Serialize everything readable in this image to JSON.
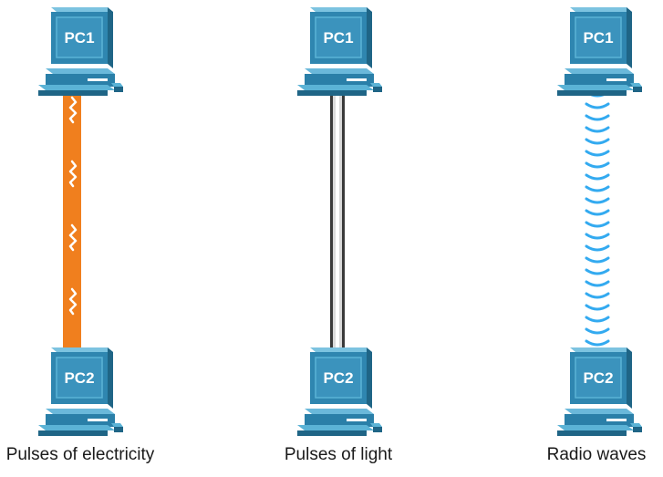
{
  "media": [
    {
      "type": "copper",
      "caption": "Pulses of electricity",
      "pc_top": "PC1",
      "pc_bottom": "PC2",
      "color": "#f07f1e"
    },
    {
      "type": "fiber",
      "caption": "Pulses of light",
      "pc_top": "PC1",
      "pc_bottom": "PC2",
      "color": "#9a9a9a"
    },
    {
      "type": "wireless",
      "caption": "Radio waves",
      "pc_top": "PC1",
      "pc_bottom": "PC2",
      "color": "#33aaf0"
    }
  ],
  "colors": {
    "pc_front": "#2a7fa8",
    "pc_top": "#5bb3d6",
    "pc_side": "#1f6586",
    "screen": "#3b93bd"
  }
}
